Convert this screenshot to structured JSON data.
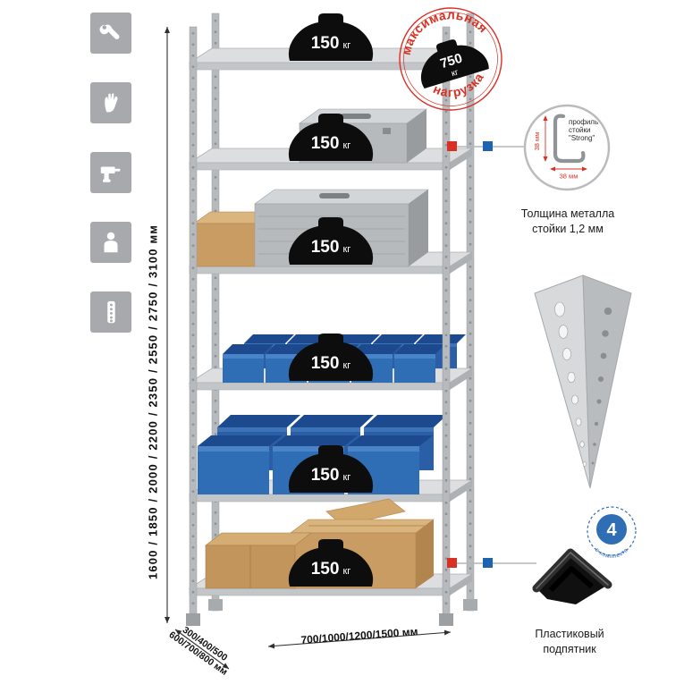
{
  "colors": {
    "accent_red": "#d93025",
    "accent_blue": "#1e63b0",
    "icon_gray": "#a7a9ac",
    "metal_light": "#dcdee0",
    "bin_blue": "#2f6db5",
    "box_tan": "#c89c63"
  },
  "left_icons": [
    {
      "name": "wrench-icon"
    },
    {
      "name": "gloves-icon"
    },
    {
      "name": "drill-icon"
    },
    {
      "name": "person-icon"
    },
    {
      "name": "post-icon"
    }
  ],
  "dimensions": {
    "height": "1600 / 1850 / 2000 / 2200 / 2350 / 2550 / 2750 / 3100 мм",
    "depth_line1": "300/400/500",
    "depth_line2": "600/700/800 мм",
    "width": "700/1000/1200/1500 мм"
  },
  "rack": {
    "shelf_load_value": "150",
    "shelf_load_unit": "кг"
  },
  "max_load_stamp": {
    "arc_top": "максимальная",
    "arc_bottom": "нагрузка",
    "value": "750",
    "unit": "кг"
  },
  "profile_detail": {
    "label_line1": "профиль",
    "label_line2": "стойки",
    "label_line3": "\"Strong\"",
    "dim_vertical": "38 мм",
    "dim_horizontal": "38 мм",
    "caption_line1": "Толщина металла",
    "caption_line2": "стойки 1,2 мм"
  },
  "foot_detail": {
    "badge_value": "4",
    "badge_arc": "в комплекте",
    "caption_line1": "Пластиковый",
    "caption_line2": "подпятник"
  }
}
